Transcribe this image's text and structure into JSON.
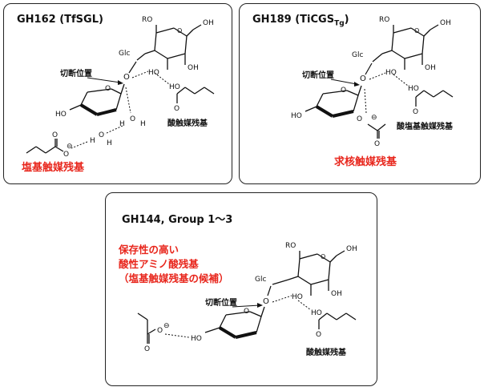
{
  "panels": [
    {
      "title": "GH162 (TfSGL)",
      "cleavage_label": "切断位置",
      "acid_label": "酸触媒残基",
      "base_label": "塩基触媒残基",
      "sugar": {
        "ro": "RO",
        "oh": "OH",
        "glc": "Glc",
        "o": "O",
        "ho": "HO"
      },
      "water": {
        "h": "H",
        "o": "O"
      },
      "carboxylate": {
        "charge": "⊖"
      }
    },
    {
      "title_main": "GH189 (TiCGS",
      "title_sub": "Tg",
      "title_end": ")",
      "cleavage_label": "切断位置",
      "acid_base_label": "酸塩基触媒残基",
      "nucleophile_label": "求核触媒残基",
      "sugar": {
        "ro": "RO",
        "oh": "OH",
        "glc": "Glc",
        "o": "O",
        "ho": "HO"
      },
      "carboxylate": {
        "charge": "⊖"
      }
    },
    {
      "title": "GH144, Group 1〜3",
      "red_lines": [
        "保存性の高い",
        "酸性アミノ酸残基",
        "（塩基触媒残基の候補）"
      ],
      "cleavage_label": "切断位置",
      "acid_label": "酸触媒残基",
      "sugar": {
        "ro": "RO",
        "oh": "OH",
        "glc": "Glc",
        "o": "O",
        "ho": "HO"
      },
      "carboxylate": {
        "charge": "⊖"
      }
    }
  ],
  "colors": {
    "red_label": "#e8261c",
    "frame": "#222222"
  }
}
